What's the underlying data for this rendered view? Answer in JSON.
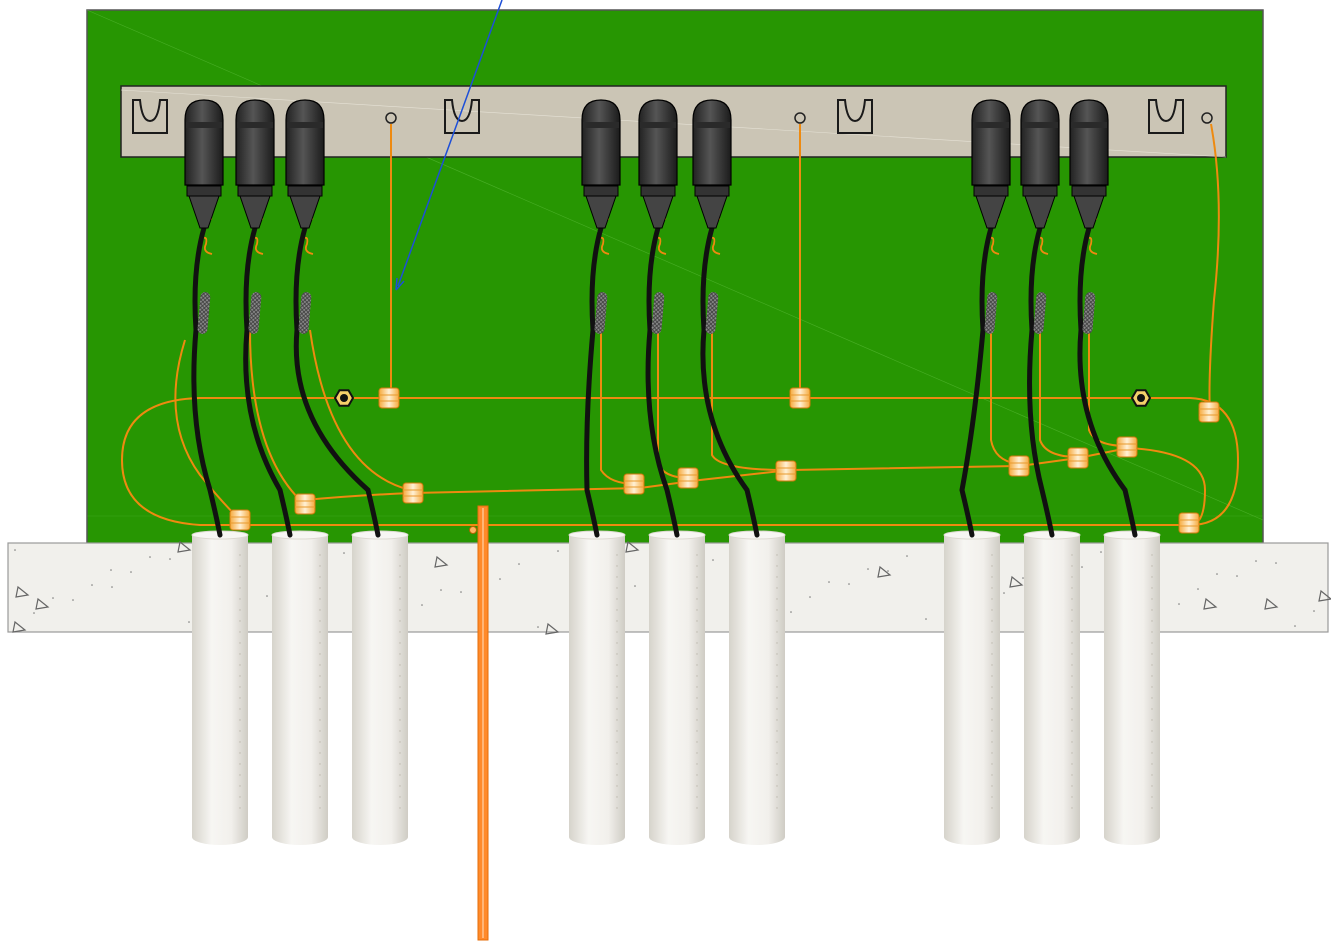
{
  "colors": {
    "board": "#279602",
    "board_edge": "#555555",
    "rail": "#cbc5b5",
    "slab": "#f1f0ec",
    "tube": "#e9e7e1",
    "cable": "#111111",
    "wire": "#ee8a10",
    "ground_rod": "#ff8a2a",
    "pointer": "#1d4fd8"
  },
  "icons": {
    "cable_clip": "cup-bracket-icon",
    "mount_hole": "circle-icon",
    "connector": "cable-plug-icon",
    "splice": "splice-sleeve-icon",
    "nut": "hex-nut-icon"
  },
  "groups": [
    {
      "id": "group-a",
      "cables": 3
    },
    {
      "id": "group-b",
      "cables": 3
    },
    {
      "id": "group-c",
      "cables": 3
    }
  ]
}
